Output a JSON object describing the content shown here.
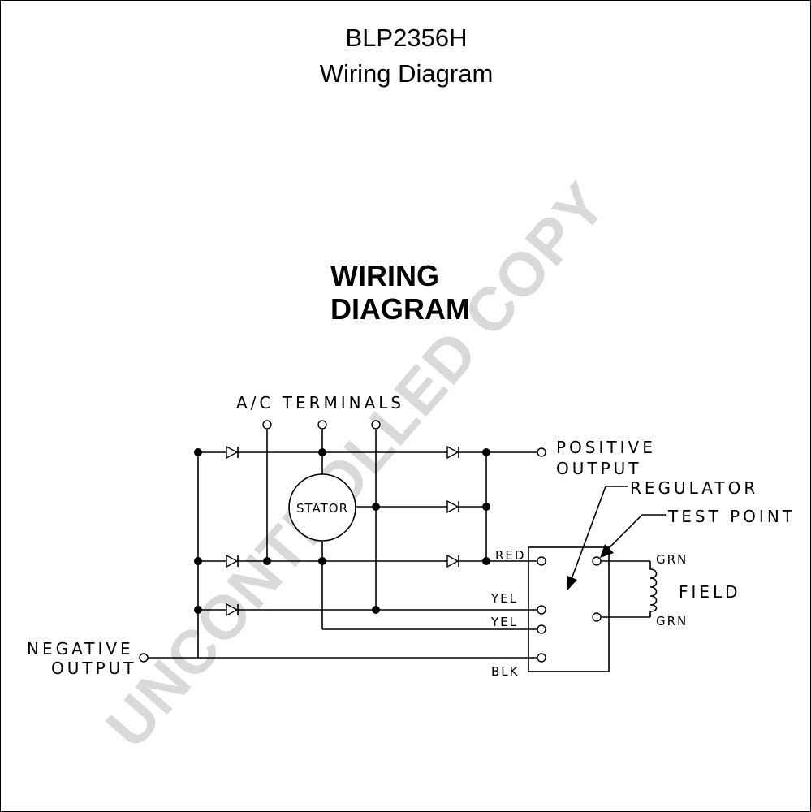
{
  "header": {
    "part_number": "BLP2356H",
    "subtitle": "Wiring Diagram"
  },
  "diagram": {
    "heading_line1": "WIRING",
    "heading_line2": "DIAGRAM",
    "ac_terminals": "A/C TERMINALS",
    "positive_output_line1": "POSITIVE",
    "positive_output_line2": "OUTPUT",
    "regulator": "REGULATOR",
    "test_point": "TEST POINT",
    "stator": "STATOR",
    "field": "FIELD",
    "negative_output_line1": "NEGATIVE",
    "negative_output_line2": "OUTPUT",
    "wire_red": "RED",
    "wire_yel_1": "YEL",
    "wire_yel_2": "YEL",
    "wire_blk": "BLK",
    "wire_grn_1": "GRN",
    "wire_grn_2": "GRN"
  },
  "watermark": "UNCONTROLLED COPY",
  "colors": {
    "line": "#000000",
    "watermark": "#d9d9d9",
    "background": "#ffffff"
  }
}
